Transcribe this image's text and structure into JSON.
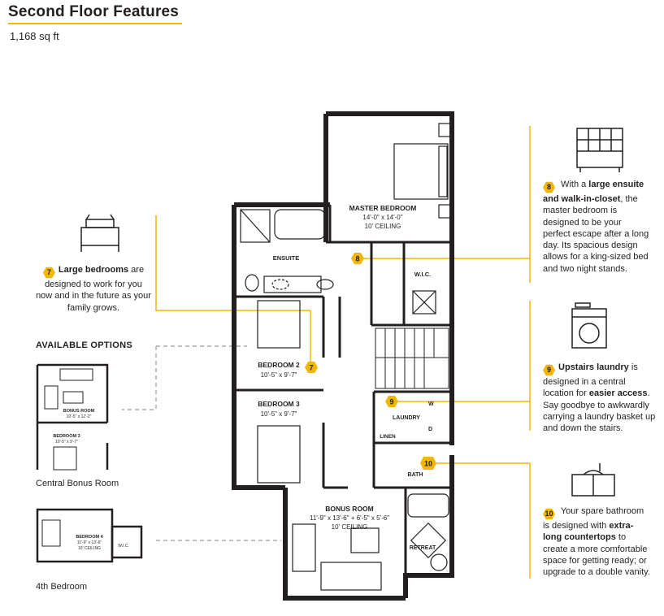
{
  "header": {
    "title": "Second Floor Features",
    "area": "1,168 sq ft"
  },
  "colors": {
    "accent": "#f2b705",
    "ink": "#231f20",
    "dashed": "#9a9a9a"
  },
  "features": [
    {
      "number": "7",
      "icon": "bed-icon",
      "bold1": "Large bedrooms",
      "text1": " are designed to work for you now and in the future as your family grows.",
      "bold2": "",
      "text2": ""
    },
    {
      "number": "8",
      "icon": "closet-icon",
      "pre": " With a ",
      "bold1": "large ensuite and walk-in-closet",
      "text1": ", the master bedroom is designed to be your perfect escape after a long day. Its spacious design allows for a king-sized bed and two night stands.",
      "bold2": "",
      "text2": ""
    },
    {
      "number": "9",
      "icon": "washer-icon",
      "bold1": "Upstairs laundry",
      "text1": " is designed in a central location for ",
      "bold2": "easier access",
      "text2": ". Say goodbye to awkwardly carrying a laundry basket up and down the stairs."
    },
    {
      "number": "10",
      "icon": "vanity-icon",
      "pre": " Your spare bathroom is designed with ",
      "bold1": "extra-long countertops",
      "text1": " to create a more comfortable space for getting ready; or upgrade to a double vanity.",
      "bold2": "",
      "text2": ""
    }
  ],
  "options": {
    "heading": "AVAILABLE OPTIONS",
    "central": {
      "caption": "Central Bonus Room",
      "room1": "BONUS ROOM",
      "room1_dims": "10'-5\" x 12'-2\"",
      "room2": "BEDROOM 3",
      "room2_dims": "10'-5\" x 9'-7\""
    },
    "fourth": {
      "caption": "4th Bedroom",
      "room": "BEDROOM 4",
      "dims1": "11'-9\" x 13'-6\"",
      "dims2": "10' CEILING",
      "closet": "W.I.C."
    }
  },
  "rooms": {
    "master": {
      "name": "MASTER BEDROOM",
      "dims": "14'-0\" x 14'-0\"",
      "ceiling": "10' CEILING"
    },
    "ensuite": {
      "name": "ENSUITE"
    },
    "wic": {
      "name": "W.I.C."
    },
    "bedroom2": {
      "name": "BEDROOM 2",
      "dims": "10'-5\" x 9'-7\""
    },
    "bedroom3": {
      "name": "BEDROOM 3",
      "dims": "10'-5\" x 9'-7\""
    },
    "laundry": {
      "name": "LAUNDRY",
      "w": "W",
      "d": "D"
    },
    "linen": {
      "name": "LINEN"
    },
    "bath": {
      "name": "BATH"
    },
    "bonus": {
      "name": "BONUS ROOM",
      "dims": "11'-9\" x 13'-6\" + 6'-5\" x 5'-6\"",
      "ceiling": "10' CEILING"
    },
    "retreat": {
      "name": "RETREAT"
    }
  }
}
